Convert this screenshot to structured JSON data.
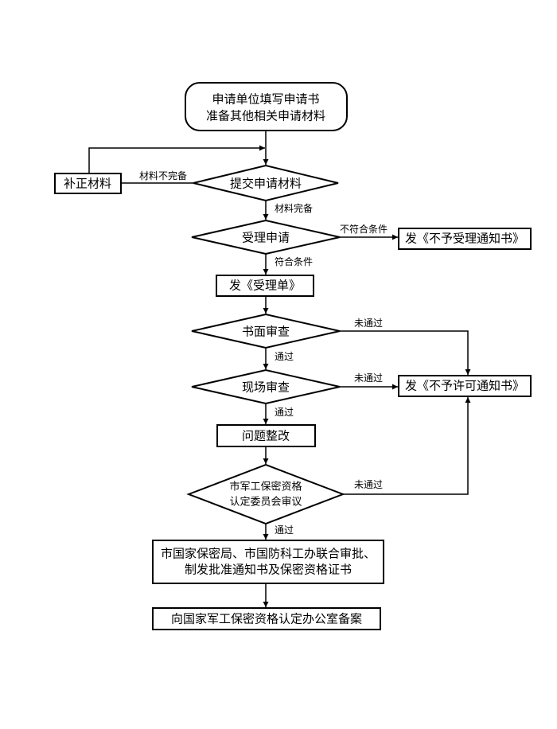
{
  "nodes": {
    "apply": {
      "line1": "申请单位填写申请书",
      "line2": "准备其他相关申请材料"
    },
    "correct": "补正材料",
    "submit": "提交申请材料",
    "accept": "受理申请",
    "reject_accept": "发《不予受理通知书》",
    "receipt": "发《受理单》",
    "written_review": "书面审查",
    "site_review": "现场审查",
    "deny_permit": "发《不予许可通知书》",
    "rectify": "问题整改",
    "committee": {
      "line1": "市军工保密资格",
      "line2": "认定委员会审议"
    },
    "joint_approval": {
      "line1": "市国家保密局、市国防科工办联合审批、",
      "line2": "制发批准通知书及保密资格证书"
    },
    "filing": "向国家军工保密资格认定办公室备案"
  },
  "edges": {
    "incomplete": "材料不完备",
    "complete": "材料完备",
    "not_qualified": "不符合条件",
    "qualified": "符合条件",
    "written_fail": "未通过",
    "written_pass": "通过",
    "site_fail": "未通过",
    "site_pass": "通过",
    "committee_fail": "未通过",
    "committee_pass": "通过"
  }
}
